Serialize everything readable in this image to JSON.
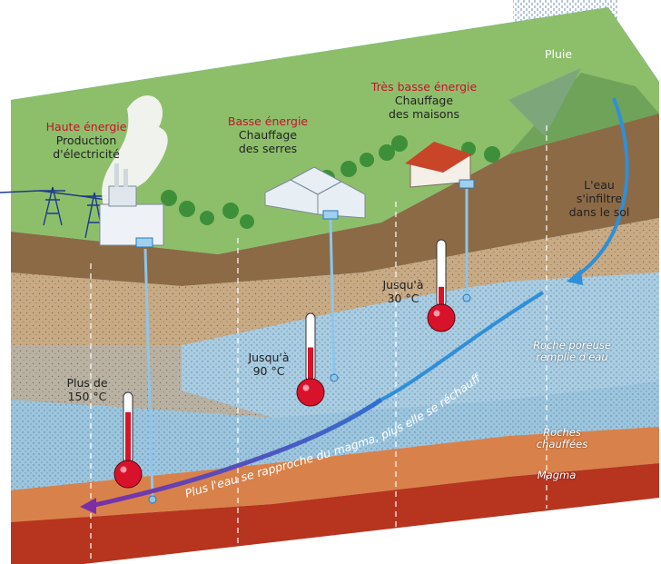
{
  "labels": {
    "high": {
      "title": "Haute énergie",
      "line1": "Production",
      "line2": "d'électricité"
    },
    "low": {
      "title": "Basse énergie",
      "line1": "Chauffage",
      "line2": "des serres"
    },
    "very_low": {
      "title": "Très basse énergie",
      "line1": "Chauffage",
      "line2": "des maisons"
    },
    "rain": "Pluie",
    "infiltration": {
      "line1": "L'eau",
      "line2": "s'infiltre",
      "line3": "dans le sol"
    },
    "porous": {
      "line1": "Roche poreuse",
      "line2": "remplie d'eau"
    },
    "heated": {
      "line1": "Roches",
      "line2": "chauffées"
    },
    "magma": "Magma",
    "flow": "Plus l'eau se rapproche du magma, plus elle se réchauffe"
  },
  "thermometers": [
    {
      "line1": "Plus de",
      "line2": "150 °C",
      "fill": 0.72
    },
    {
      "line1": "Jusqu'à",
      "line2": "90 °C",
      "fill": 0.5
    },
    {
      "line1": "Jusqu'à",
      "line2": "30 °C",
      "fill": 0.3
    }
  ],
  "colors": {
    "energy_title": "#c8102e",
    "magma": "#b7341f",
    "heated_rock": "#d9814a",
    "porous_rock": "#9cc6df",
    "flow_arrow": "#6a3fa0",
    "water_arrow": "#2f8fd8",
    "thermometer_red": "#d8122a"
  }
}
